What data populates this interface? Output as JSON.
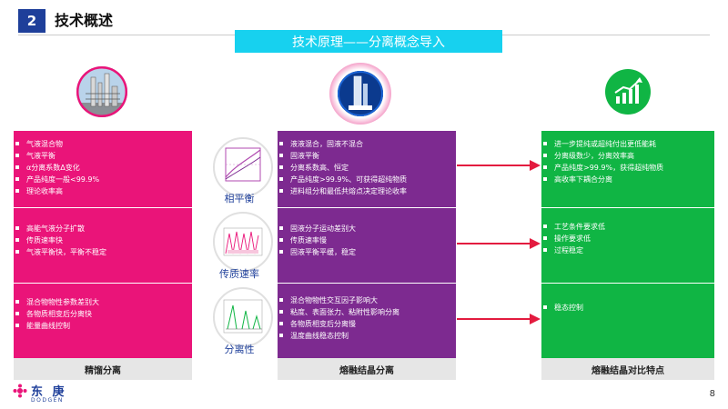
{
  "section": {
    "number": "2",
    "title": "技术概述"
  },
  "banner": "技术原理——分离概念导入",
  "columns": {
    "left": {
      "footer": "精馏分离",
      "groups": [
        [
          "气液混合物",
          "气液平衡",
          "α分离系数Δ变化",
          "产品纯度一般<99.9%",
          "理论收率高"
        ],
        [
          "高能气液分子扩散",
          "传质速率快",
          "气液平衡快，平衡不稳定"
        ],
        [
          "混合物物性参数差别大",
          "各物质相变后分离快",
          "能量曲线控制"
        ]
      ]
    },
    "middle": {
      "footer": "熔融结晶分离",
      "groups": [
        [
          "液液混合，固液不混合",
          "固液平衡",
          "分离系数高、恒定",
          "产品纯度>99.9%、可获得超纯物质",
          "进料组分和最低共熔点决定理论收率"
        ],
        [
          "固液分子运动差别大",
          "传质速率慢",
          "固液平衡平缓，稳定"
        ],
        [
          "混合物物性交互因子影响大",
          "粘度、表面张力、粘附性影响分离",
          "各物质相变后分离慢",
          "温度曲线稳态控制"
        ]
      ]
    },
    "right": {
      "footer": "熔融结晶对比特点",
      "groups": [
        [
          "进一步提纯或超纯付出更低能耗",
          "分离级数少，分离效率高",
          "产品纯度>99.9%，获得超纯物质",
          "高收率下耦合分离"
        ],
        [
          "工艺条件要求低",
          "操作要求低",
          "过程稳定"
        ],
        [
          "稳态控制"
        ]
      ]
    }
  },
  "concepts": [
    "相平衡",
    "传质速率",
    "分离性"
  ],
  "logo": {
    "cn": "东 庚",
    "en": "DODGEN"
  },
  "page_number": "8",
  "colors": {
    "magenta": "#ea1479",
    "purple": "#7d2a90",
    "green": "#10b544",
    "cyan": "#17d1ef",
    "navy": "#1e3f9a",
    "arrow": "#e31b3f"
  }
}
